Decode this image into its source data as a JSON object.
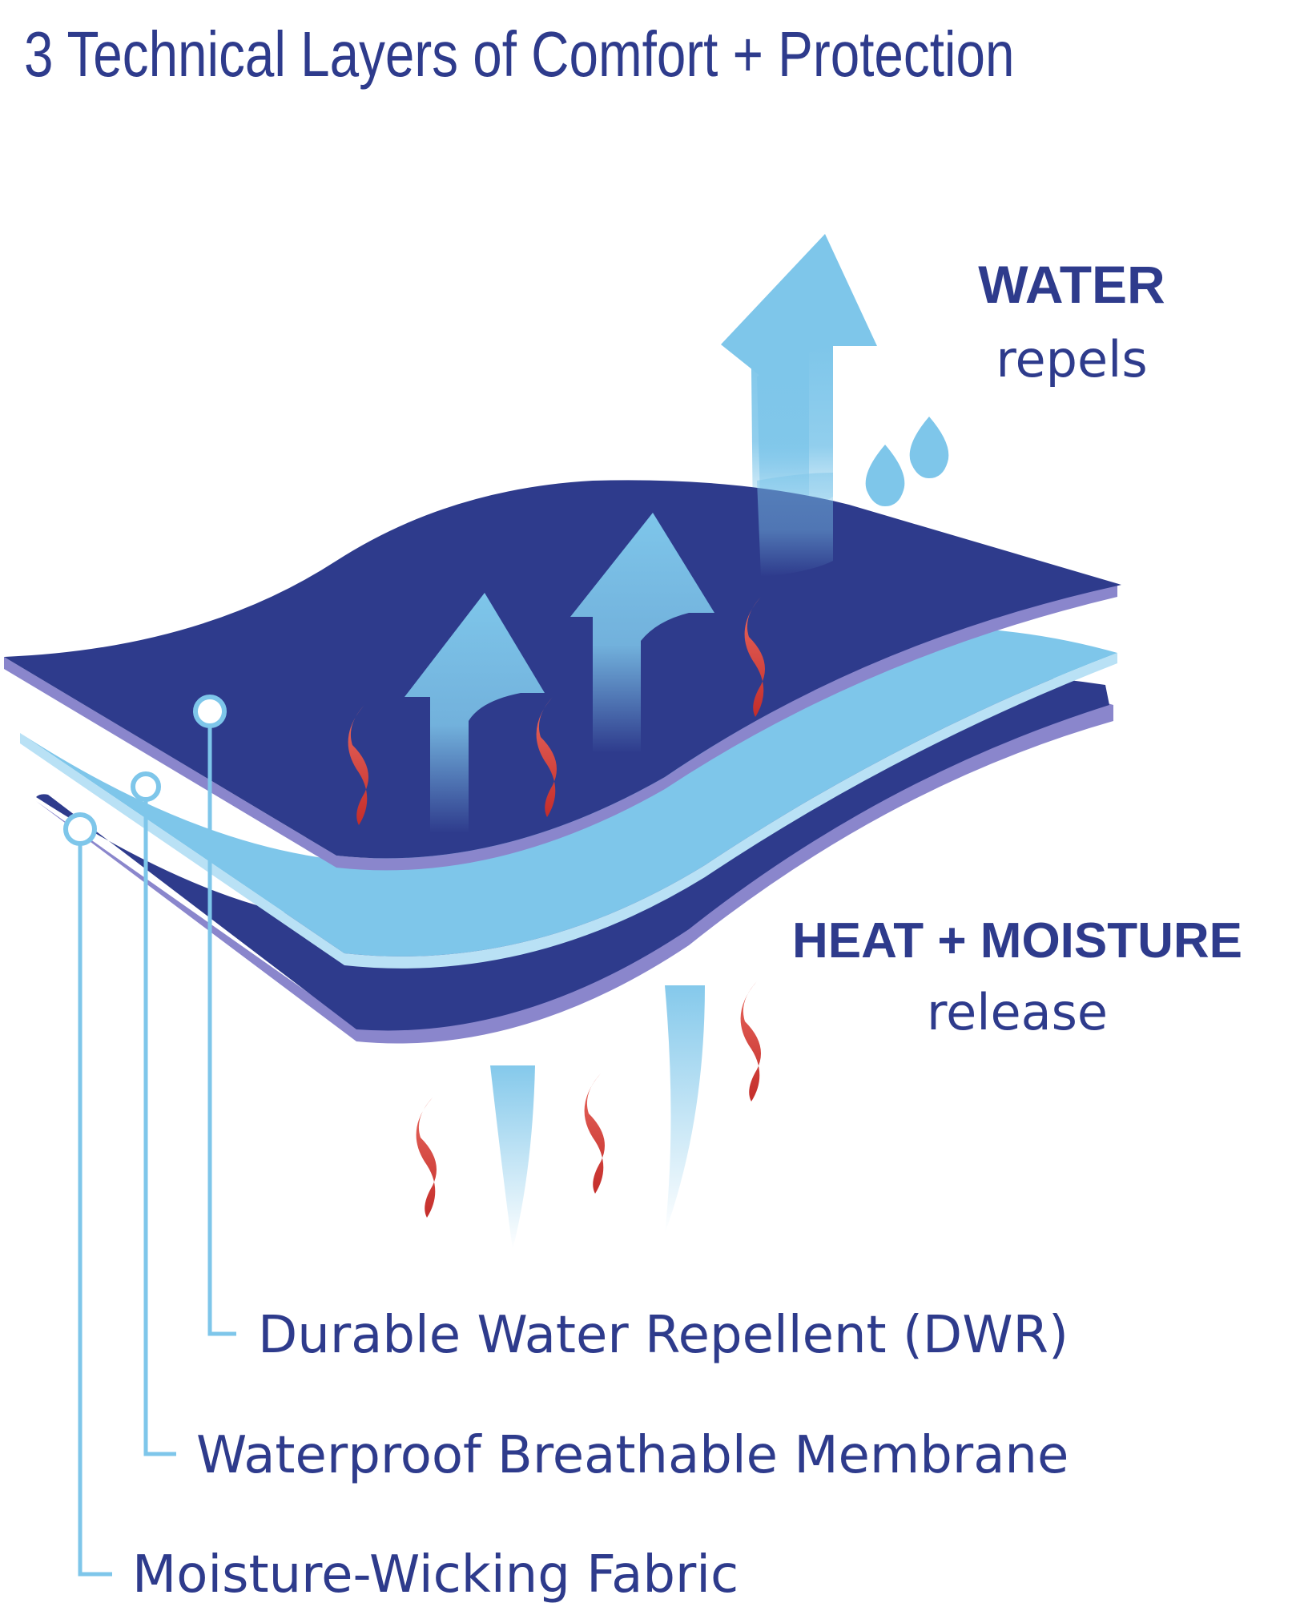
{
  "title": "3 Technical Layers of Comfort + Protection",
  "annotations": {
    "water": {
      "heading": "WATER",
      "sub": "repels"
    },
    "heat": {
      "heading": "HEAT + MOISTURE",
      "sub": "release"
    }
  },
  "layers": [
    {
      "label": "Durable Water Repellent (DWR)"
    },
    {
      "label": "Waterproof Breathable Membrane"
    },
    {
      "label": "Moisture-Wicking Fabric"
    }
  ],
  "colors": {
    "navy": "#2e3b8c",
    "sky": "#7ec6ea",
    "lavender": "#8a86cc",
    "heat_red": "#d9403a",
    "text": "#2e3b8c"
  },
  "icons": {
    "arrows": "up-arrow-icon",
    "heat": "heat-wave-icon",
    "drops": "water-drop-icon"
  }
}
